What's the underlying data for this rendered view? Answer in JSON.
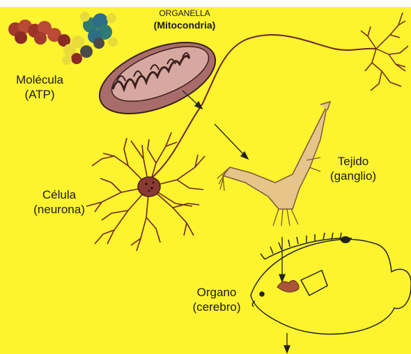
{
  "colors": {
    "background": "#fdf32e",
    "membrane": "#a86d6a",
    "neuron": "#6a2424",
    "tissue": "#e6c48a",
    "fish_outline": "#222222"
  },
  "labels": {
    "organella": {
      "line1": "ORGANELLA",
      "line2": "(Mitocondria)"
    },
    "molecula": {
      "line1": "Molécula",
      "line2": "(ATP)"
    },
    "celula": {
      "line1": "Célula",
      "line2": "(neurona)"
    },
    "tejido": {
      "line1": "Tejido",
      "line2": "(ganglio)"
    },
    "organo": {
      "line1": "Organo",
      "line2": "(cerebro)"
    }
  }
}
